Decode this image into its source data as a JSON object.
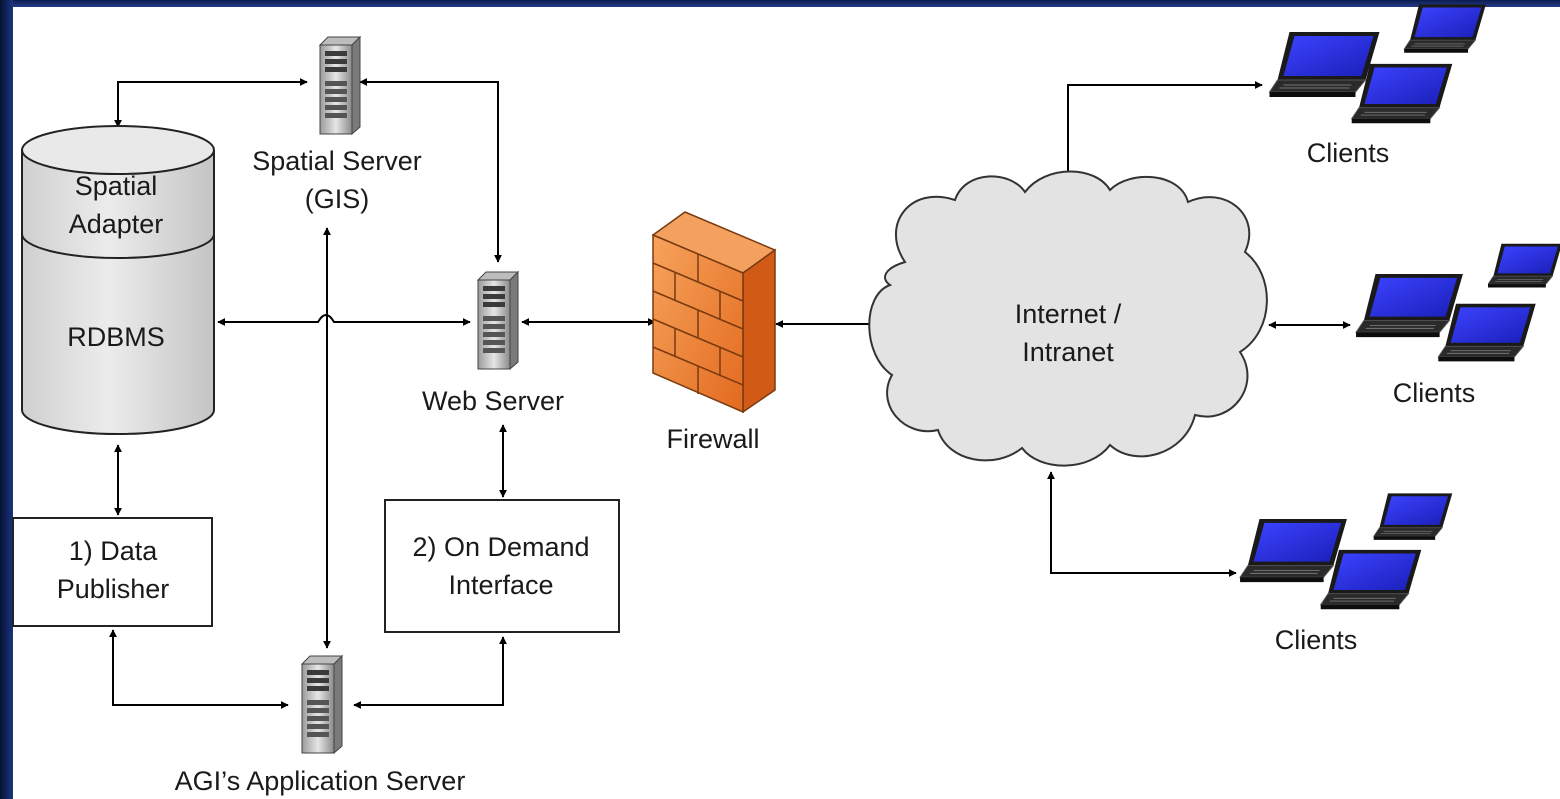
{
  "nodes": {
    "database": {
      "top_label": "Spatial\nAdapter",
      "bottom_label": "RDBMS"
    },
    "spatial_server": {
      "label": "Spatial Server\n(GIS)"
    },
    "web_server": {
      "label": "Web Server"
    },
    "firewall": {
      "label": "Firewall"
    },
    "cloud": {
      "label": "Internet /\nIntranet"
    },
    "data_publisher": {
      "label": "1) Data\nPublisher"
    },
    "on_demand": {
      "label": "2) On Demand\nInterface"
    },
    "app_server": {
      "label": "AGI’s Application Server"
    },
    "clients_top": {
      "label": "Clients"
    },
    "clients_middle": {
      "label": "Clients"
    },
    "clients_bottom": {
      "label": "Clients"
    }
  },
  "connections": [
    [
      "database",
      "spatial_server"
    ],
    [
      "spatial_server",
      "web_server"
    ],
    [
      "database",
      "web_server"
    ],
    [
      "spatial_server",
      "app_server"
    ],
    [
      "database",
      "data_publisher"
    ],
    [
      "web_server",
      "on_demand"
    ],
    [
      "data_publisher",
      "app_server"
    ],
    [
      "on_demand",
      "app_server"
    ],
    [
      "web_server",
      "firewall"
    ],
    [
      "firewall",
      "cloud"
    ],
    [
      "cloud",
      "clients_top"
    ],
    [
      "cloud",
      "clients_middle"
    ],
    [
      "cloud",
      "clients_bottom"
    ]
  ],
  "colors": {
    "firewall": "#f08b3c",
    "cloud_fill": "#e2e2e2",
    "database_fill": "#dcdcdc",
    "laptop_screen": "#2a2ee6",
    "frame": "#10296b"
  }
}
